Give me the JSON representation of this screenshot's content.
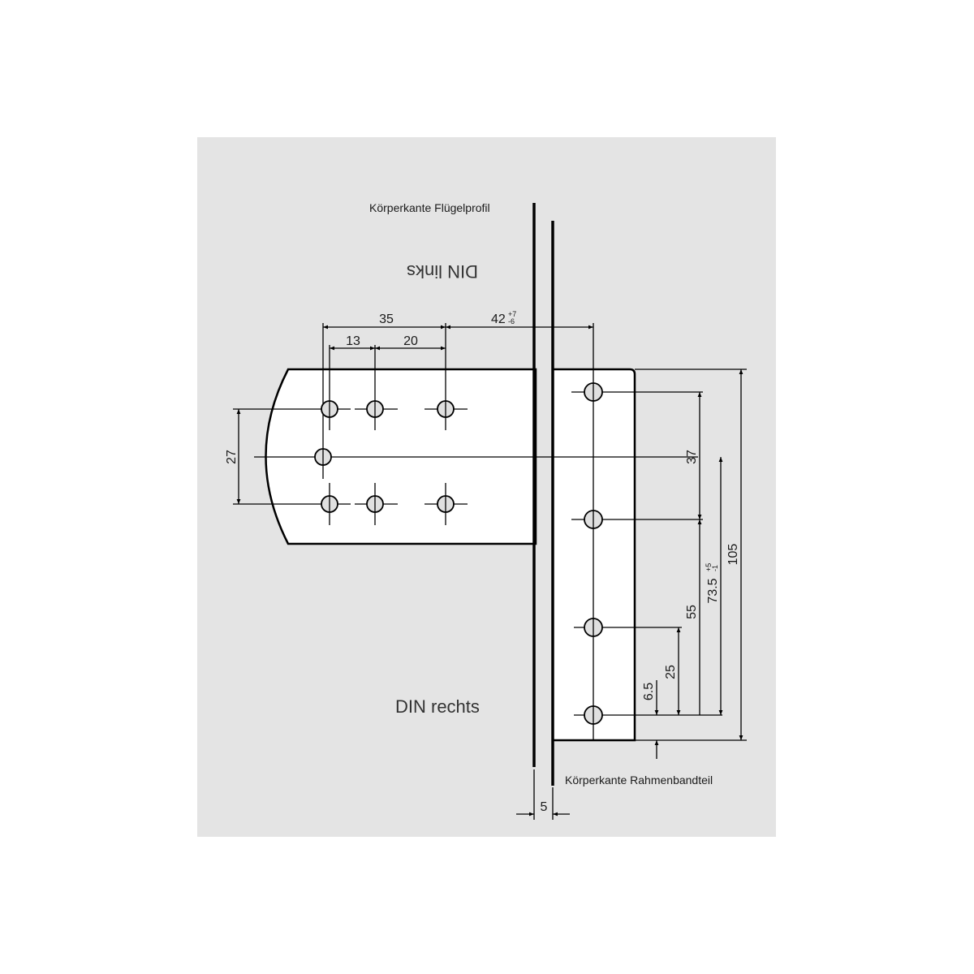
{
  "drawing": {
    "background_color": "#e4e4e4",
    "plate_color": "#ffffff",
    "hole_color": "#e0e0e0",
    "line_color": "#000000",
    "labels": {
      "sash_edge": "Körperkante Flügelprofil",
      "frame_edge": "Körperkante Rahmenbandteil",
      "din_left": "DIN links",
      "din_right": "DIN rechts"
    },
    "dimensions": {
      "top_35": "35",
      "top_13": "13",
      "top_20": "20",
      "top_42": "42",
      "top_42_tol_upper": "+7",
      "top_42_tol_lower": "-6",
      "left_27": "27",
      "right_37": "37",
      "right_55": "55",
      "right_73_5": "73.5",
      "right_73_5_tol_upper": "+5",
      "right_73_5_tol_lower": "-1",
      "right_105": "105",
      "right_25": "25",
      "right_6_5": "6.5",
      "bottom_5": "5"
    }
  }
}
